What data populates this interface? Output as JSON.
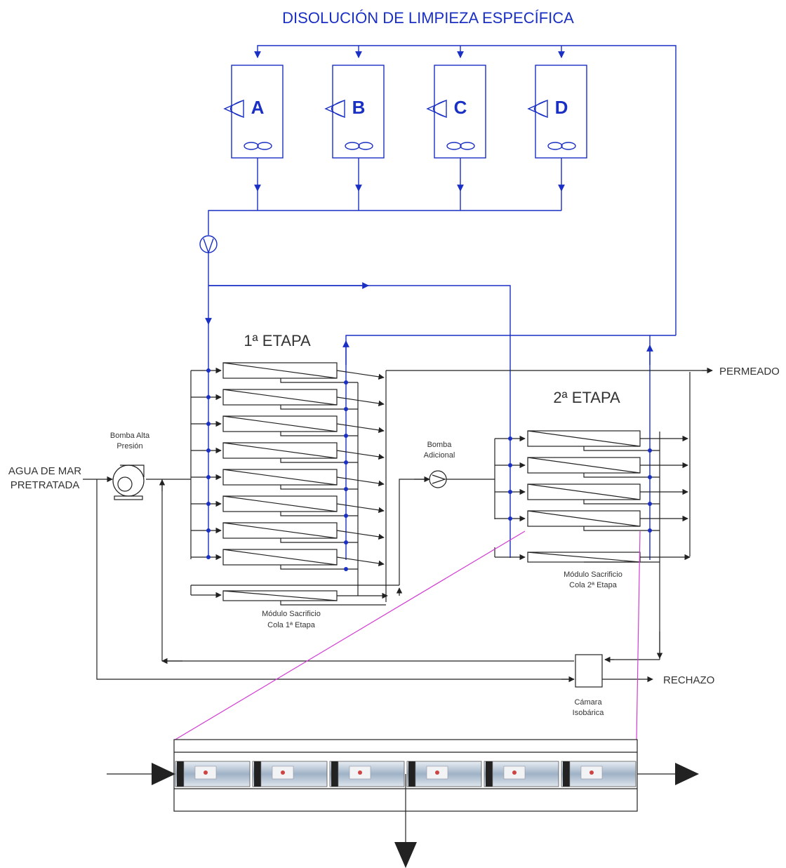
{
  "header": {
    "title": "DISOLUCIÓN DE LIMPIEZA ESPECÍFICA"
  },
  "tanks": [
    {
      "label": "A"
    },
    {
      "label": "B"
    },
    {
      "label": "C"
    },
    {
      "label": "D"
    }
  ],
  "labels": {
    "feed_line1": "AGUA DE MAR",
    "feed_line2": "PRETRATADA",
    "hp_pump_line1": "Bomba Alta",
    "hp_pump_line2": "Presión",
    "booster_line1": "Bomba",
    "booster_line2": "Adicional",
    "stage1": "1ª ETAPA",
    "stage2": "2ª ETAPA",
    "permeate": "PERMEADO",
    "reject": "RECHAZO",
    "sac1_line1": "Módulo Sacrificio",
    "sac1_line2": "Cola 1ª Etapa",
    "sac2_line1": "Módulo Sacrificio",
    "sac2_line2": "Cola 2ª Etapa",
    "isobaric_line1": "Cámara",
    "isobaric_line2": "Isobárica"
  },
  "stage1": {
    "module_count": 8
  },
  "stage2": {
    "module_count": 4
  },
  "vessel_detail": {
    "element_count": 6
  },
  "colors": {
    "cleaning_line": "#1a2fc4",
    "process_line": "#222222",
    "detail_link": "#d23cd2"
  }
}
